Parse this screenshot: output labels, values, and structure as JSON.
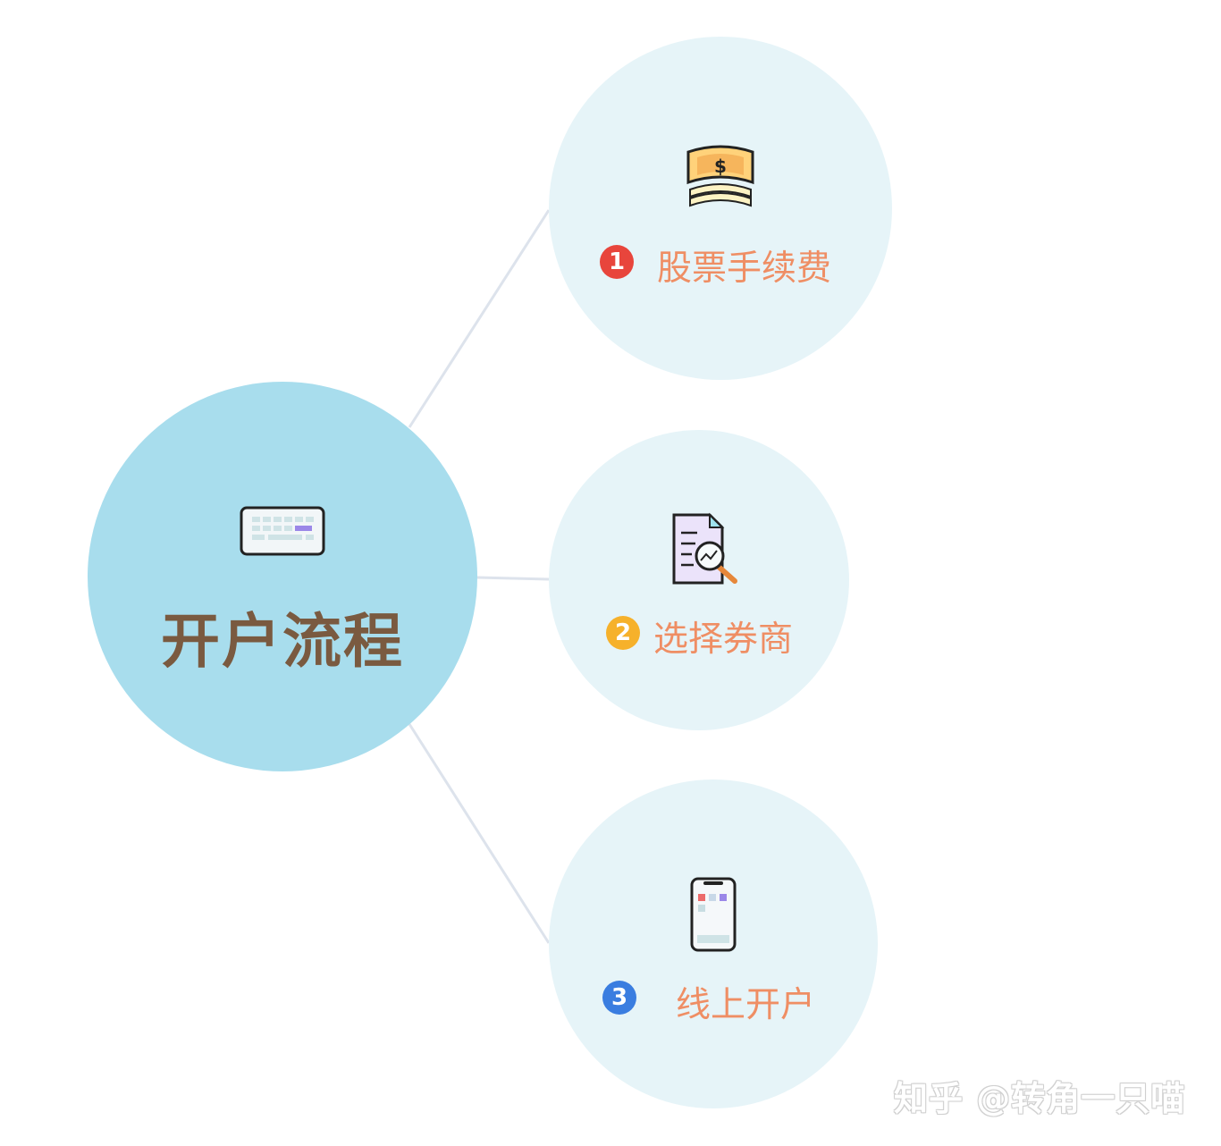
{
  "center": {
    "title": "开户流程",
    "icon": "keyboard-icon"
  },
  "steps": [
    {
      "number": "1",
      "label": "股票手续费",
      "icon": "money-icon",
      "badge_color": "#e8453c"
    },
    {
      "number": "2",
      "label": "选择券商",
      "icon": "document-search-icon",
      "badge_color": "#f6b12b"
    },
    {
      "number": "3",
      "label": "线上开户",
      "icon": "phone-icon",
      "badge_color": "#3a7de0"
    }
  ],
  "colors": {
    "center_fill": "#a8dded",
    "node_fill": "#e6f4f8",
    "label_color": "#ef8e64",
    "title_color": "#7a5a40"
  },
  "watermark": "知乎 @转角一只喵"
}
